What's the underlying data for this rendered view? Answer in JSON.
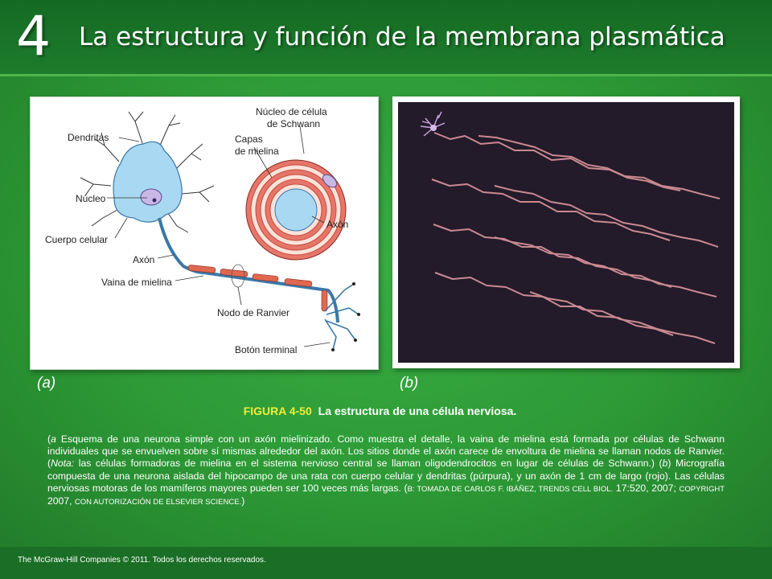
{
  "header": {
    "chapter_number": "4",
    "title": "La estructura y función de la membrana plasmática"
  },
  "figure": {
    "panel_a_tag": "(a)",
    "panel_b_tag": "(b)",
    "labels": {
      "dendrites": "Dendritas",
      "nucleus": "Núcleo",
      "cell_body": "Cuerpo celular",
      "axon": "Axón",
      "myelin_sheath": "Vaina de mielina",
      "schwann_nucleus_1": "Núcleo de célula",
      "schwann_nucleus_2": "de Schwann",
      "myelin_layers_1": "Capas",
      "myelin_layers_2": "de mielina",
      "axon_detail": "Axón",
      "node_of_ranvier": "Nodo de Ranvier",
      "terminal_button": "Botón terminal"
    }
  },
  "caption": {
    "figure_number": "FIGURA 4-50",
    "figure_title": "La estructura de una célula nerviosa.",
    "p_a": "a",
    "text_1": " Esquema de una neurona simple con un axón mielinizado. Como muestra el detalle, la vaina de mielina está formada por células de Schwann individuales que se envuelven sobre sí mismas alrededor del axón. Los sitios donde el axón carece de envoltura de mielina se llaman nodos de Ranvier. (",
    "note_label": "Nota:",
    "text_2": " las células formadoras de mielina en el sistema nervioso central se llaman oligodendrocitos en lugar de células de Schwann.) (",
    "p_b": "b",
    "text_3": ") Micrografía compuesta de una neurona aislada del hipocampo de una rata con cuerpo celular y dendritas (púrpura), y un axón de 1 cm de largo (rojo). Las células nerviosas motoras de los mamíferos mayores pueden ser 100 veces más largas. (",
    "source_1": "B: tomada de Carlos F. Ibáñez, Trends Cell Biol.",
    "text_4": " 17:520, 2007; ",
    "source_2": "copyright",
    "text_5": " 2007, ",
    "source_3": "con autorización de Elsevier Science.",
    "text_6": ")"
  },
  "footer": {
    "copyright": "The McGraw-Hill Companies © 2011. Todos los derechos reservados."
  },
  "colors": {
    "header_bg": "#1d7c2c",
    "body_bg": "#2f9a3a",
    "figure_number": "#f2ec3a",
    "neuron_fill": "#a9d8f2",
    "myelin": "#e06850",
    "micrograph_bg": "#231a2a"
  }
}
